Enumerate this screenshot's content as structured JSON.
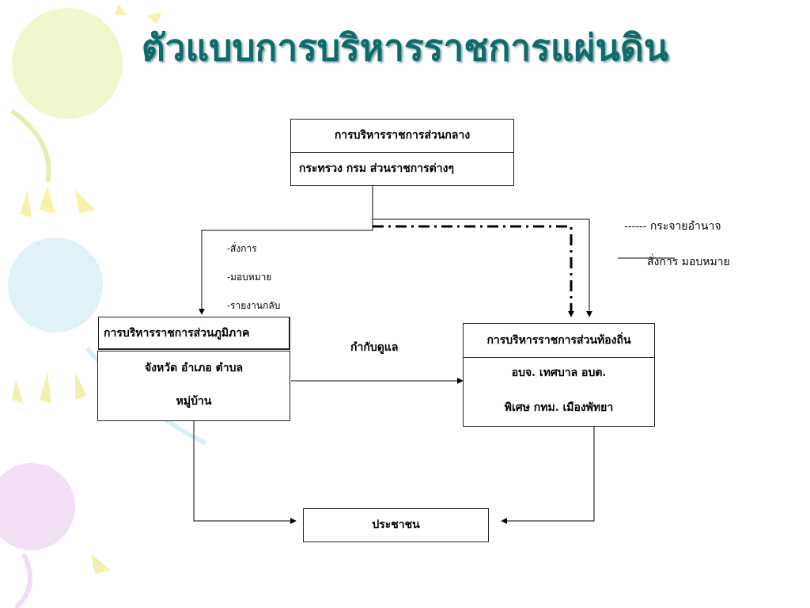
{
  "title": "ตัวแบบการบริหารราชการแผ่นดิน",
  "central": {
    "header": "การบริหารราชการส่วนกลาง",
    "body": "กระทรวง  กรม  ส่วนราชการต่างๆ"
  },
  "regional": {
    "header": "การบริหารราชการส่วนภูมิภาค",
    "line1": "จังหวัด  อำเภอ  ตำบล",
    "line2": "หมู่บ้าน"
  },
  "local": {
    "header": "การบริหารราชการส่วนท้องถิ่น",
    "line1": "อบจ.  เทศบาล  อบต.",
    "line2": "พิเศษ กทม. เมืองพัทยา"
  },
  "people": "ประชาชน",
  "notes": {
    "command": "-สั่งการ",
    "assign": "-มอบหมาย",
    "report": "-รายงานกลับ"
  },
  "supervise": "กำกับดูแล",
  "legend": {
    "decentralize": "------ กระจายอำนาจ",
    "command_assign": "สั่งการ มอบหมาย"
  }
}
